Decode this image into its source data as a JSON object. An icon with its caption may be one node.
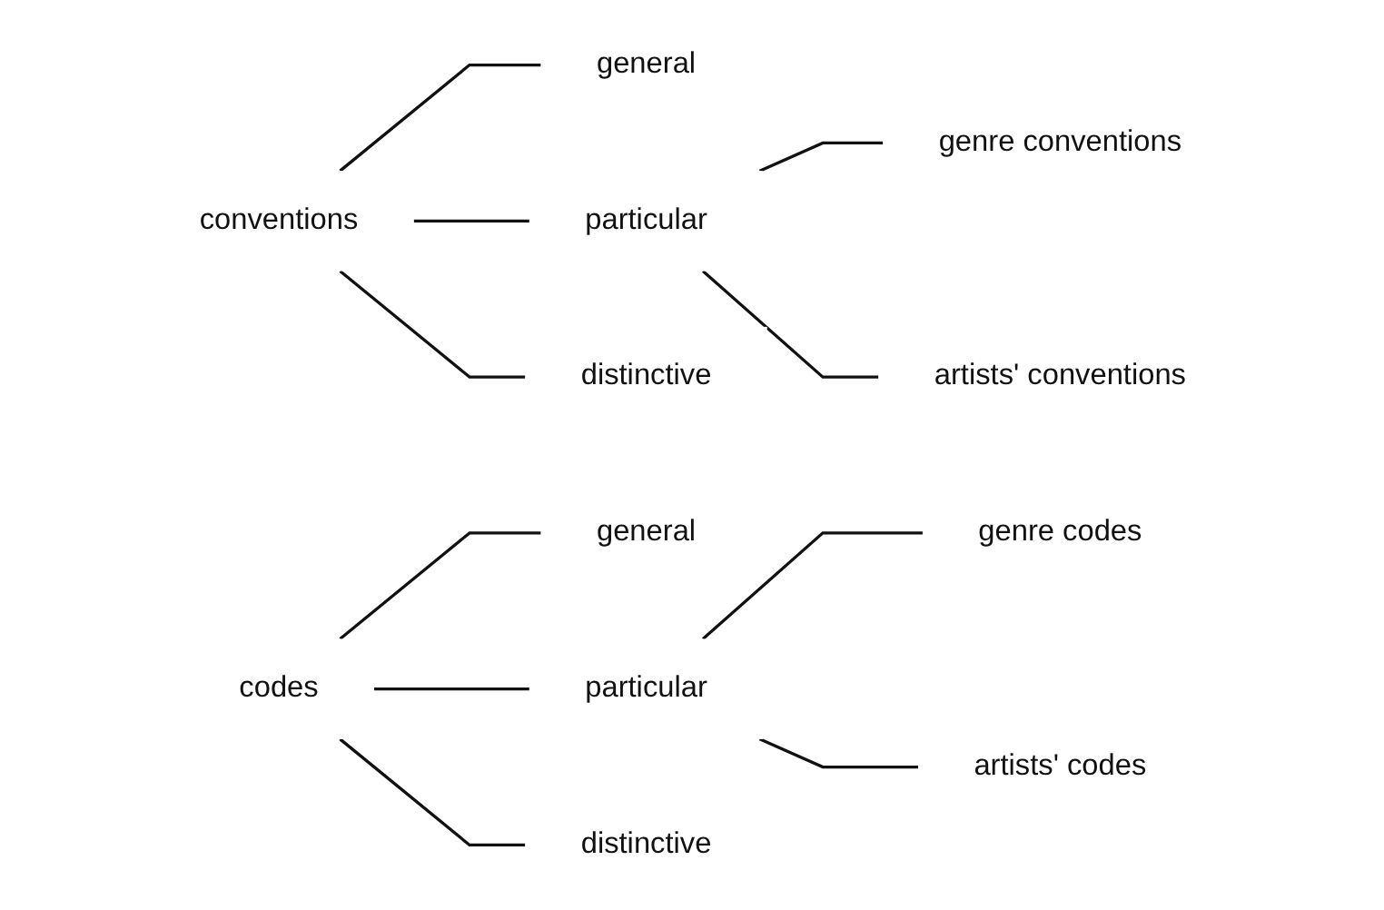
{
  "diagram": {
    "nodes": [
      {
        "text": [
          "conventions"
        ]
      },
      {
        "text": [
          "general"
        ]
      },
      {
        "text": [
          "particular"
        ]
      },
      {
        "text": [
          "distinctive"
        ]
      },
      {
        "text": [
          "genre conventions"
        ]
      },
      {
        "text": [
          "artists' conventions"
        ]
      },
      {
        "text": [
          "codes"
        ]
      },
      {
        "text": [
          "general"
        ]
      },
      {
        "text": [
          "particular"
        ]
      },
      {
        "text": [
          "distinctive"
        ]
      },
      {
        "text": [
          "genre codes"
        ]
      },
      {
        "text": [
          "artists' codes"
        ]
      }
    ],
    "edges": [
      {
        "from": 0,
        "to": 1,
        "arrow": "none"
      },
      {
        "from": 0,
        "to": 2,
        "arrow": "none"
      },
      {
        "from": 0,
        "to": 3,
        "arrow": "none"
      },
      {
        "from": 2,
        "to": 4,
        "arrow": "none"
      },
      {
        "from": 2,
        "to": 5,
        "arrow": "none"
      },
      {
        "from": 6,
        "to": 7,
        "arrow": "none"
      },
      {
        "from": 6,
        "to": 8,
        "arrow": "none"
      },
      {
        "from": 6,
        "to": 9,
        "arrow": "none"
      },
      {
        "from": 8,
        "to": 10,
        "arrow": "none"
      },
      {
        "from": 8,
        "to": 11,
        "arrow": "none"
      }
    ]
  }
}
